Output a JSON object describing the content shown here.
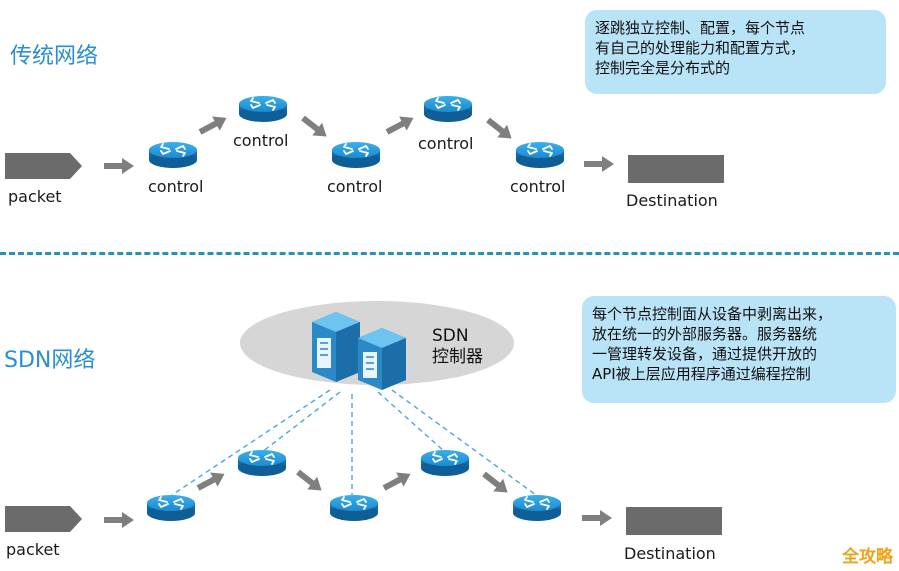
{
  "traditional": {
    "title": "传统网络",
    "packet_label": "packet",
    "destination_label": "Destination",
    "control_labels": [
      "control",
      "control",
      "control",
      "control",
      "control"
    ],
    "note_lines": [
      "逐跳独立控制、配置，每个节点",
      "有自己的处理能力和配置方式，",
      "控制完全是分布式的"
    ]
  },
  "sdn": {
    "title": "SDN网络",
    "packet_label": "packet",
    "destination_label": "Destination",
    "controller_lines": [
      "SDN",
      "控制器"
    ],
    "note_lines": [
      "每个节点控制面从设备中剥离出来，",
      "放在统一的外部服务器。服务器统",
      "一管理转发设备，通过提供开放的",
      "API被上层应用程序通过编程控制"
    ]
  },
  "colors": {
    "accent": "#2a8fd0",
    "note_bg": "#b9e3f7",
    "router": "#1d8fd1",
    "arrow": "#7f7f7f",
    "watermark": "#f0a21a"
  },
  "watermark": "全攻略"
}
